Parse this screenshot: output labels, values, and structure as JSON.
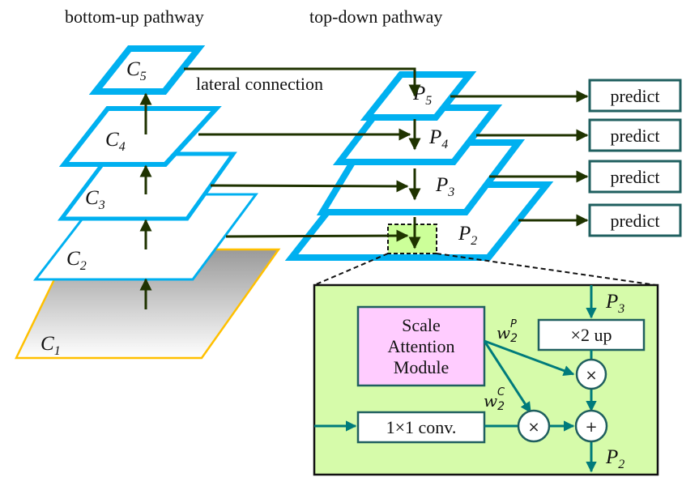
{
  "header": {
    "bottom_up_title": "bottom-up pathway",
    "top_down_title": "top-down pathway",
    "lateral_label": "lateral connection"
  },
  "bottom_up_levels": [
    {
      "letter": "C",
      "sub": "1"
    },
    {
      "letter": "C",
      "sub": "2"
    },
    {
      "letter": "C",
      "sub": "3"
    },
    {
      "letter": "C",
      "sub": "4"
    },
    {
      "letter": "C",
      "sub": "5"
    }
  ],
  "top_down_levels": [
    {
      "letter": "P",
      "sub": "2"
    },
    {
      "letter": "P",
      "sub": "3"
    },
    {
      "letter": "P",
      "sub": "4"
    },
    {
      "letter": "P",
      "sub": "5"
    }
  ],
  "predict_labels": [
    "predict",
    "predict",
    "predict",
    "predict"
  ],
  "detail": {
    "sam_lines": [
      "Scale",
      "Attention",
      "Module"
    ],
    "upsample_label": "×2 up",
    "conv_label": "1×1 conv.",
    "input_top": {
      "letter": "P",
      "sub": "3"
    },
    "output_bottom": {
      "letter": "P",
      "sub": "2"
    },
    "weight_p": {
      "letter": "w",
      "sub": "2",
      "sup": "P"
    },
    "weight_c": {
      "letter": "w",
      "sub": "2",
      "sup": "C"
    },
    "multiply_symbol": "×",
    "add_symbol": "+"
  },
  "colors": {
    "level_border": "#00b0f0",
    "c1_border": "#ffc000",
    "arrow_dark": "#1f3300",
    "teal": "#007b7b",
    "predict_border": "#1f5f5f",
    "detail_bg": "#d6fbaa",
    "sam_bg": "#ffccff"
  }
}
